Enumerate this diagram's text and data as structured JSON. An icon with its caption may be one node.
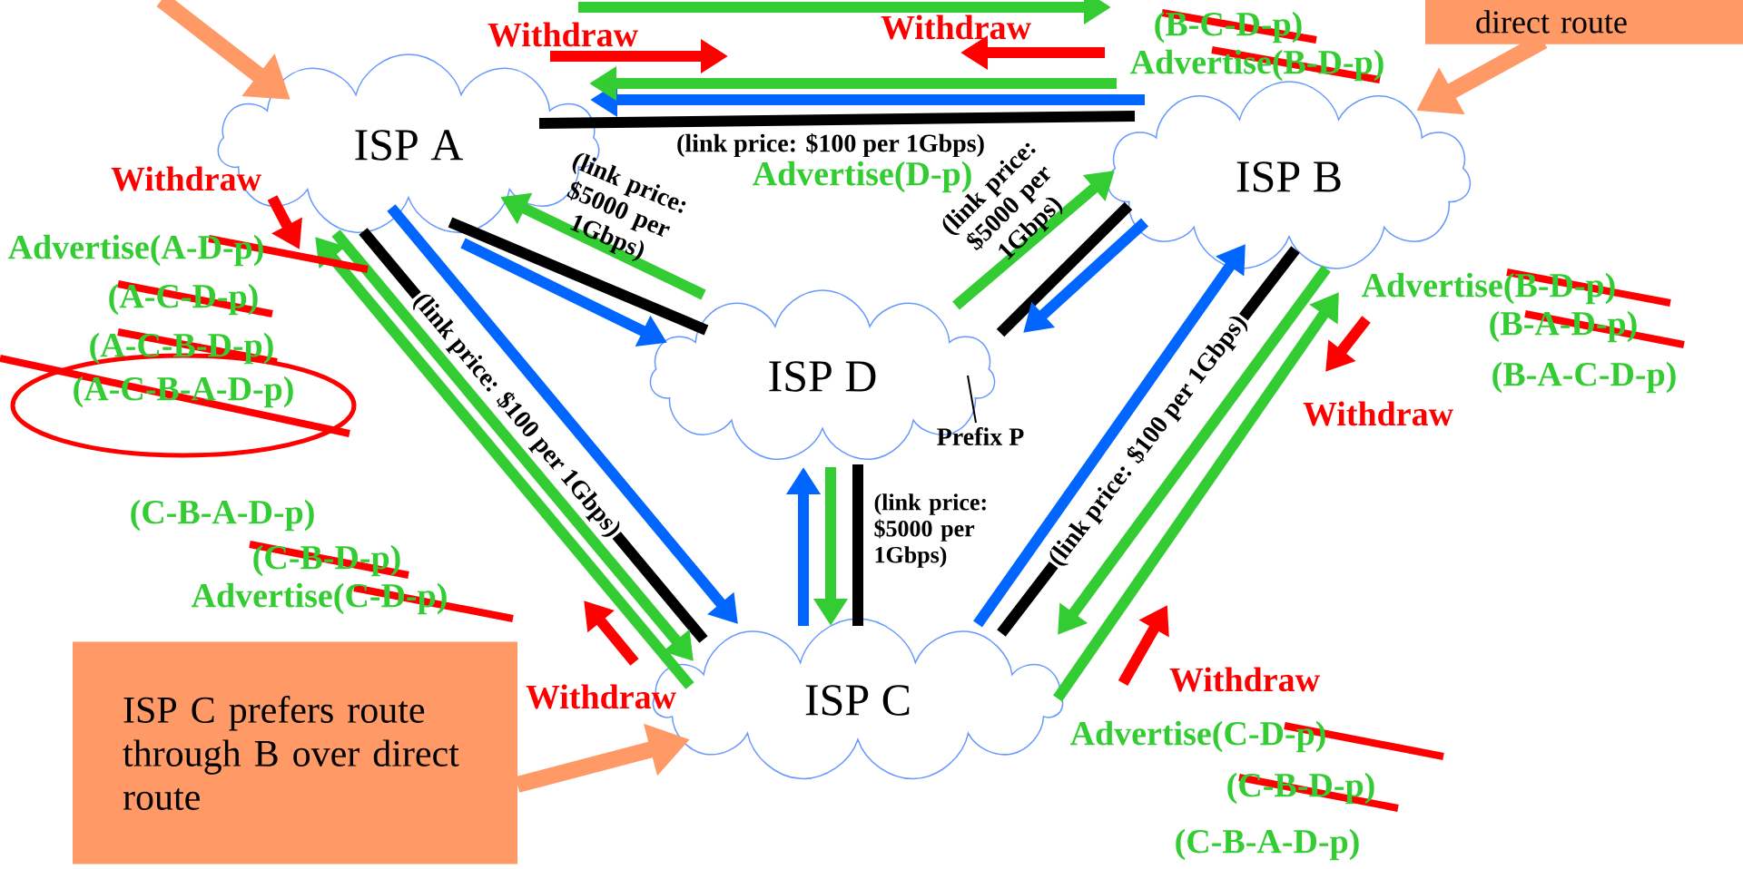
{
  "diagram": {
    "nodes": [
      {
        "text": [
          "direct route"
        ]
      },
      {
        "text": [
          "ISP A"
        ]
      },
      {
        "text": [
          "ISP B"
        ]
      },
      {
        "text": [
          "ISP D"
        ]
      },
      {
        "text": [
          "Prefix P"
        ]
      },
      {
        "text": [
          "ISP C"
        ]
      },
      {
        "text": [
          "ISP C prefers route through B over direct route"
        ]
      }
    ],
    "edges": [
      {
        "from": 1,
        "to": 2,
        "arrow": "none",
        "color": "#000000",
        "label": "(link price: $100 per 1Gbps)"
      },
      {
        "from": 1,
        "to": 3,
        "arrow": "none",
        "color": "#000000",
        "label": "(link price: $5000 per 1Gbps)"
      },
      {
        "from": 1,
        "to": 5,
        "arrow": "none",
        "color": "#000000",
        "label": "(link price: $100 per 1Gbps)"
      },
      {
        "from": 2,
        "to": 3,
        "arrow": "none",
        "color": "#000000",
        "label": "(link price: $5000 per 1Gbps)"
      },
      {
        "from": 2,
        "to": 5,
        "arrow": "none",
        "color": "#000000",
        "label": "(link price: $100 per 1Gbps)"
      },
      {
        "from": 3,
        "to": 5,
        "arrow": "none",
        "color": "#000000",
        "label": "(link price: $5000 per 1Gbps)"
      },
      {
        "from": 3,
        "to": 4,
        "arrow": "none",
        "color": "#000000"
      },
      {
        "from": 2,
        "to": 1,
        "arrow": "to",
        "color": "#0066ff"
      },
      {
        "from": 1,
        "to": 3,
        "arrow": "to",
        "color": "#0066ff"
      },
      {
        "from": 1,
        "to": 5,
        "arrow": "to",
        "color": "#0066ff"
      },
      {
        "from": 2,
        "to": 3,
        "arrow": "to",
        "color": "#0066ff"
      },
      {
        "from": 5,
        "to": 2,
        "arrow": "to",
        "color": "#0066ff"
      },
      {
        "from": 5,
        "to": 3,
        "arrow": "to",
        "color": "#0066ff"
      },
      {
        "from": 1,
        "to": 2,
        "arrow": "to",
        "color": "#33cc33"
      },
      {
        "from": 2,
        "to": 1,
        "arrow": "to",
        "color": "#33cc33"
      },
      {
        "from": 3,
        "to": 1,
        "arrow": "to",
        "color": "#33cc33"
      },
      {
        "from": 3,
        "to": 2,
        "arrow": "to",
        "color": "#33cc33"
      },
      {
        "from": 5,
        "to": 1,
        "arrow": "to",
        "color": "#33cc33"
      },
      {
        "from": 1,
        "to": 5,
        "arrow": "to",
        "color": "#33cc33"
      },
      {
        "from": 3,
        "to": 5,
        "arrow": "to",
        "color": "#33cc33"
      },
      {
        "from": 2,
        "to": 5,
        "arrow": "to",
        "color": "#33cc33"
      },
      {
        "from": 5,
        "to": 2,
        "arrow": "to",
        "color": "#33cc33"
      },
      {
        "from": null,
        "to": 1,
        "arrow": "to",
        "color": "#ff9966"
      },
      {
        "from": 0,
        "to": 2,
        "arrow": "to",
        "color": "#ff9966"
      },
      {
        "from": 6,
        "to": 5,
        "arrow": "to",
        "color": "#ff9966"
      }
    ],
    "labels": [
      "Withdraw",
      "Withdraw",
      "(B-C-D-p)",
      "Advertise(B-D-p)",
      "Advertise(D-p)",
      "Withdraw",
      "Advertise(A-D-p)",
      "(A-C-D-p)",
      "(A-C-B-D-p)",
      "(A-C-B-A-D-p)",
      "Advertise(B-D-p)",
      "(B-A-D-p)",
      "(B-A-C-D-p)",
      "Withdraw",
      "(C-B-A-D-p)",
      "(C-B-D-p)",
      "Advertise(C-D-p)",
      "Withdraw",
      "Withdraw",
      "Advertise(C-D-p)",
      "(C-B-D-p)",
      "(C-B-A-D-p)"
    ]
  }
}
